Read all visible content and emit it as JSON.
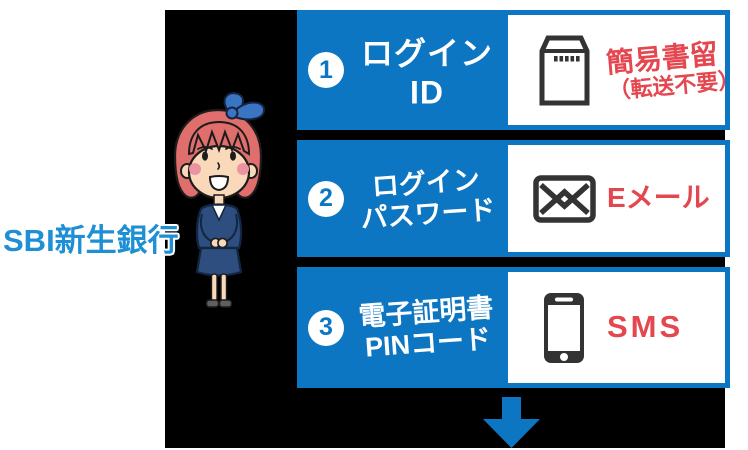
{
  "brand": {
    "name": "SBI新生銀行"
  },
  "colors": {
    "primary_blue": "#0d76c2",
    "alert_red": "#e4474f",
    "brand_blue": "#1e8fd5",
    "panel_black": "#000000",
    "icon_gray": "#333333"
  },
  "steps": [
    {
      "number": "1",
      "label_lines": [
        "ログインID"
      ],
      "icon": "registered-mail-icon",
      "method_lines": [
        "簡易書留",
        "（転送不要）"
      ]
    },
    {
      "number": "2",
      "label_lines": [
        "ログイン",
        "パスワード"
      ],
      "icon": "email-icon",
      "method_lines": [
        "Eメール"
      ]
    },
    {
      "number": "3",
      "label_lines": [
        "電子証明書",
        "PINコード"
      ],
      "icon": "smartphone-icon",
      "method_lines": [
        "SMS"
      ]
    }
  ],
  "footer": {
    "arrow_icon": "down-arrow-icon"
  },
  "illustration": {
    "character": "bank-staff-character"
  }
}
